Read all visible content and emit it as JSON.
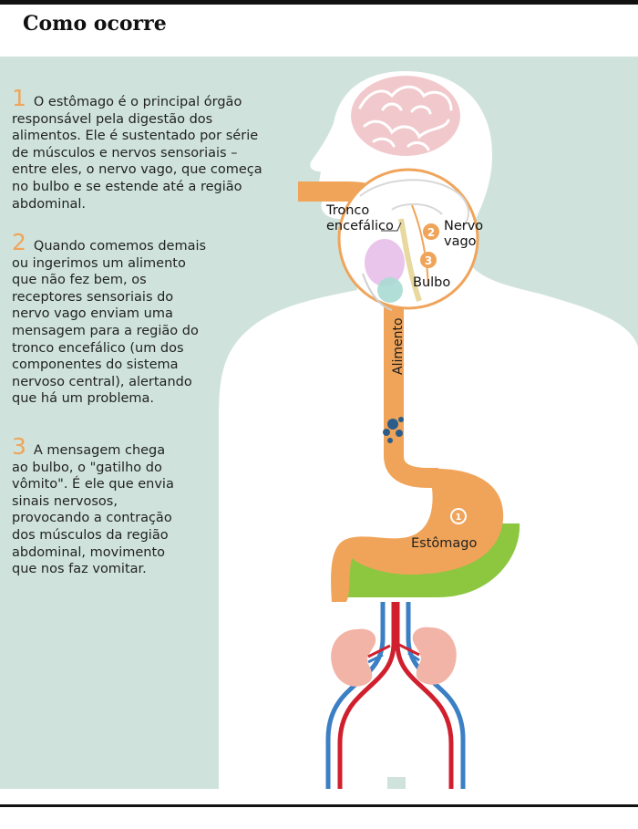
{
  "header": {
    "title": "Como ocorre"
  },
  "steps": [
    {
      "number": "1",
      "text": "O estômago é o principal órgão responsável pela digestão dos alimentos. Ele é sustentado por série de músculos e nervos sensoriais – entre eles, o nervo vago, que começa no bulbo e se estende até a região abdominal."
    },
    {
      "number": "2",
      "text": "Quando comemos demais ou ingerimos um alimento que não fez bem, os receptores sensoriais do nervo vago enviam uma mensagem para a região do tronco encefálico (um dos componentes do sistema nervoso central), alertando que há um problema."
    },
    {
      "number": "3",
      "text": "A mensagem chega ao bulbo, o \"gatilho do vômito\". É ele que envia sinais nervosos, provocando a contração dos músculos da região abdominal, movimento que nos faz vomitar."
    }
  ],
  "labels": {
    "tronco_line1": "Tronco",
    "tronco_line2": "encefálico",
    "nervo_line1": "Nervo",
    "nervo_line2": "vago",
    "bulbo": "Bulbo",
    "alimento": "Alimento",
    "estomago": "Estômago"
  },
  "markers": {
    "nervo": "2",
    "bulbo": "3",
    "estomago": "1"
  },
  "colors": {
    "background_panel": "#cfe3dc",
    "body_silhouette": "#ffffff",
    "accent_orange": "#f0a45a",
    "stomach_green": "#8dc63f",
    "brain_pink": "#f1c9cc",
    "kidney_pink": "#f3b4a8",
    "artery_red": "#d0202e",
    "vein_blue": "#3b7fc4"
  }
}
